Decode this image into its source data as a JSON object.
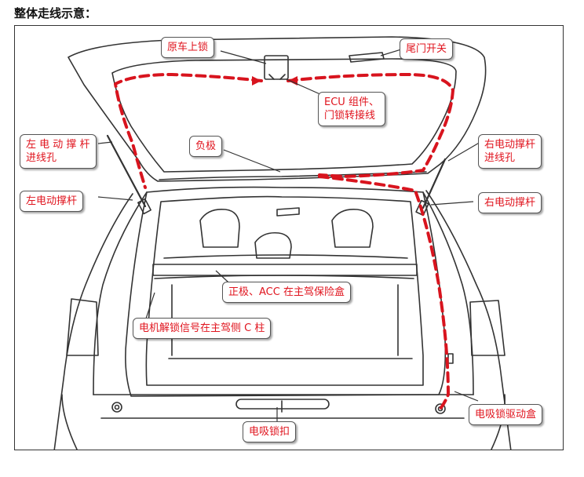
{
  "heading": "整体走线示意：",
  "colors": {
    "wire": "#d8141e",
    "label_text": "#e0141e",
    "outline": "#333333"
  },
  "labels": {
    "original_lock": "原车上锁",
    "tailgate_switch": "尾门开关",
    "ecu_line1": "ECU 组件、",
    "ecu_line2": "门锁转接线",
    "left_strut_hole_line1": "左 电 动 撑 杆",
    "left_strut_hole_line2": "进线孔",
    "negative": "负极",
    "right_strut_hole_line1": "右电动撑杆",
    "right_strut_hole_line2": "进线孔",
    "left_strut": "左电动撑杆",
    "right_strut": "右电动撑杆",
    "positive_acc": "正极、ACC 在主驾保险盒",
    "unlock_signal": "电机解锁信号在主驾侧 C 柱",
    "suction_lock_box": "电吸锁驱动盒",
    "suction_latch": "电吸锁扣"
  }
}
